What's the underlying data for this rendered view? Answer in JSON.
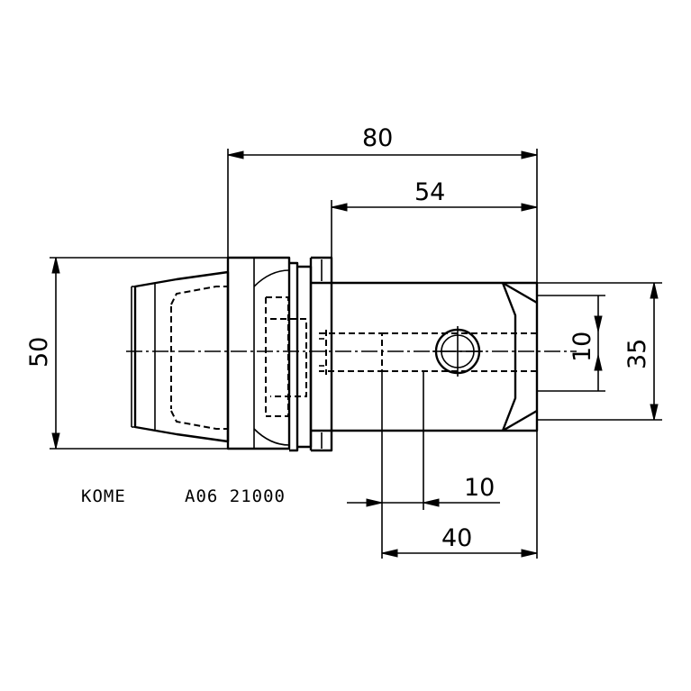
{
  "drawing": {
    "part_code_brand": "KOME",
    "part_code_number": "A06 21000",
    "dimensions": {
      "overall_length": "80",
      "reach_length": "54",
      "flange_diameter": "50",
      "shank_diameter": "35",
      "bore_diameter": "10",
      "hole_offset": "10",
      "hole_distance": "40"
    }
  }
}
